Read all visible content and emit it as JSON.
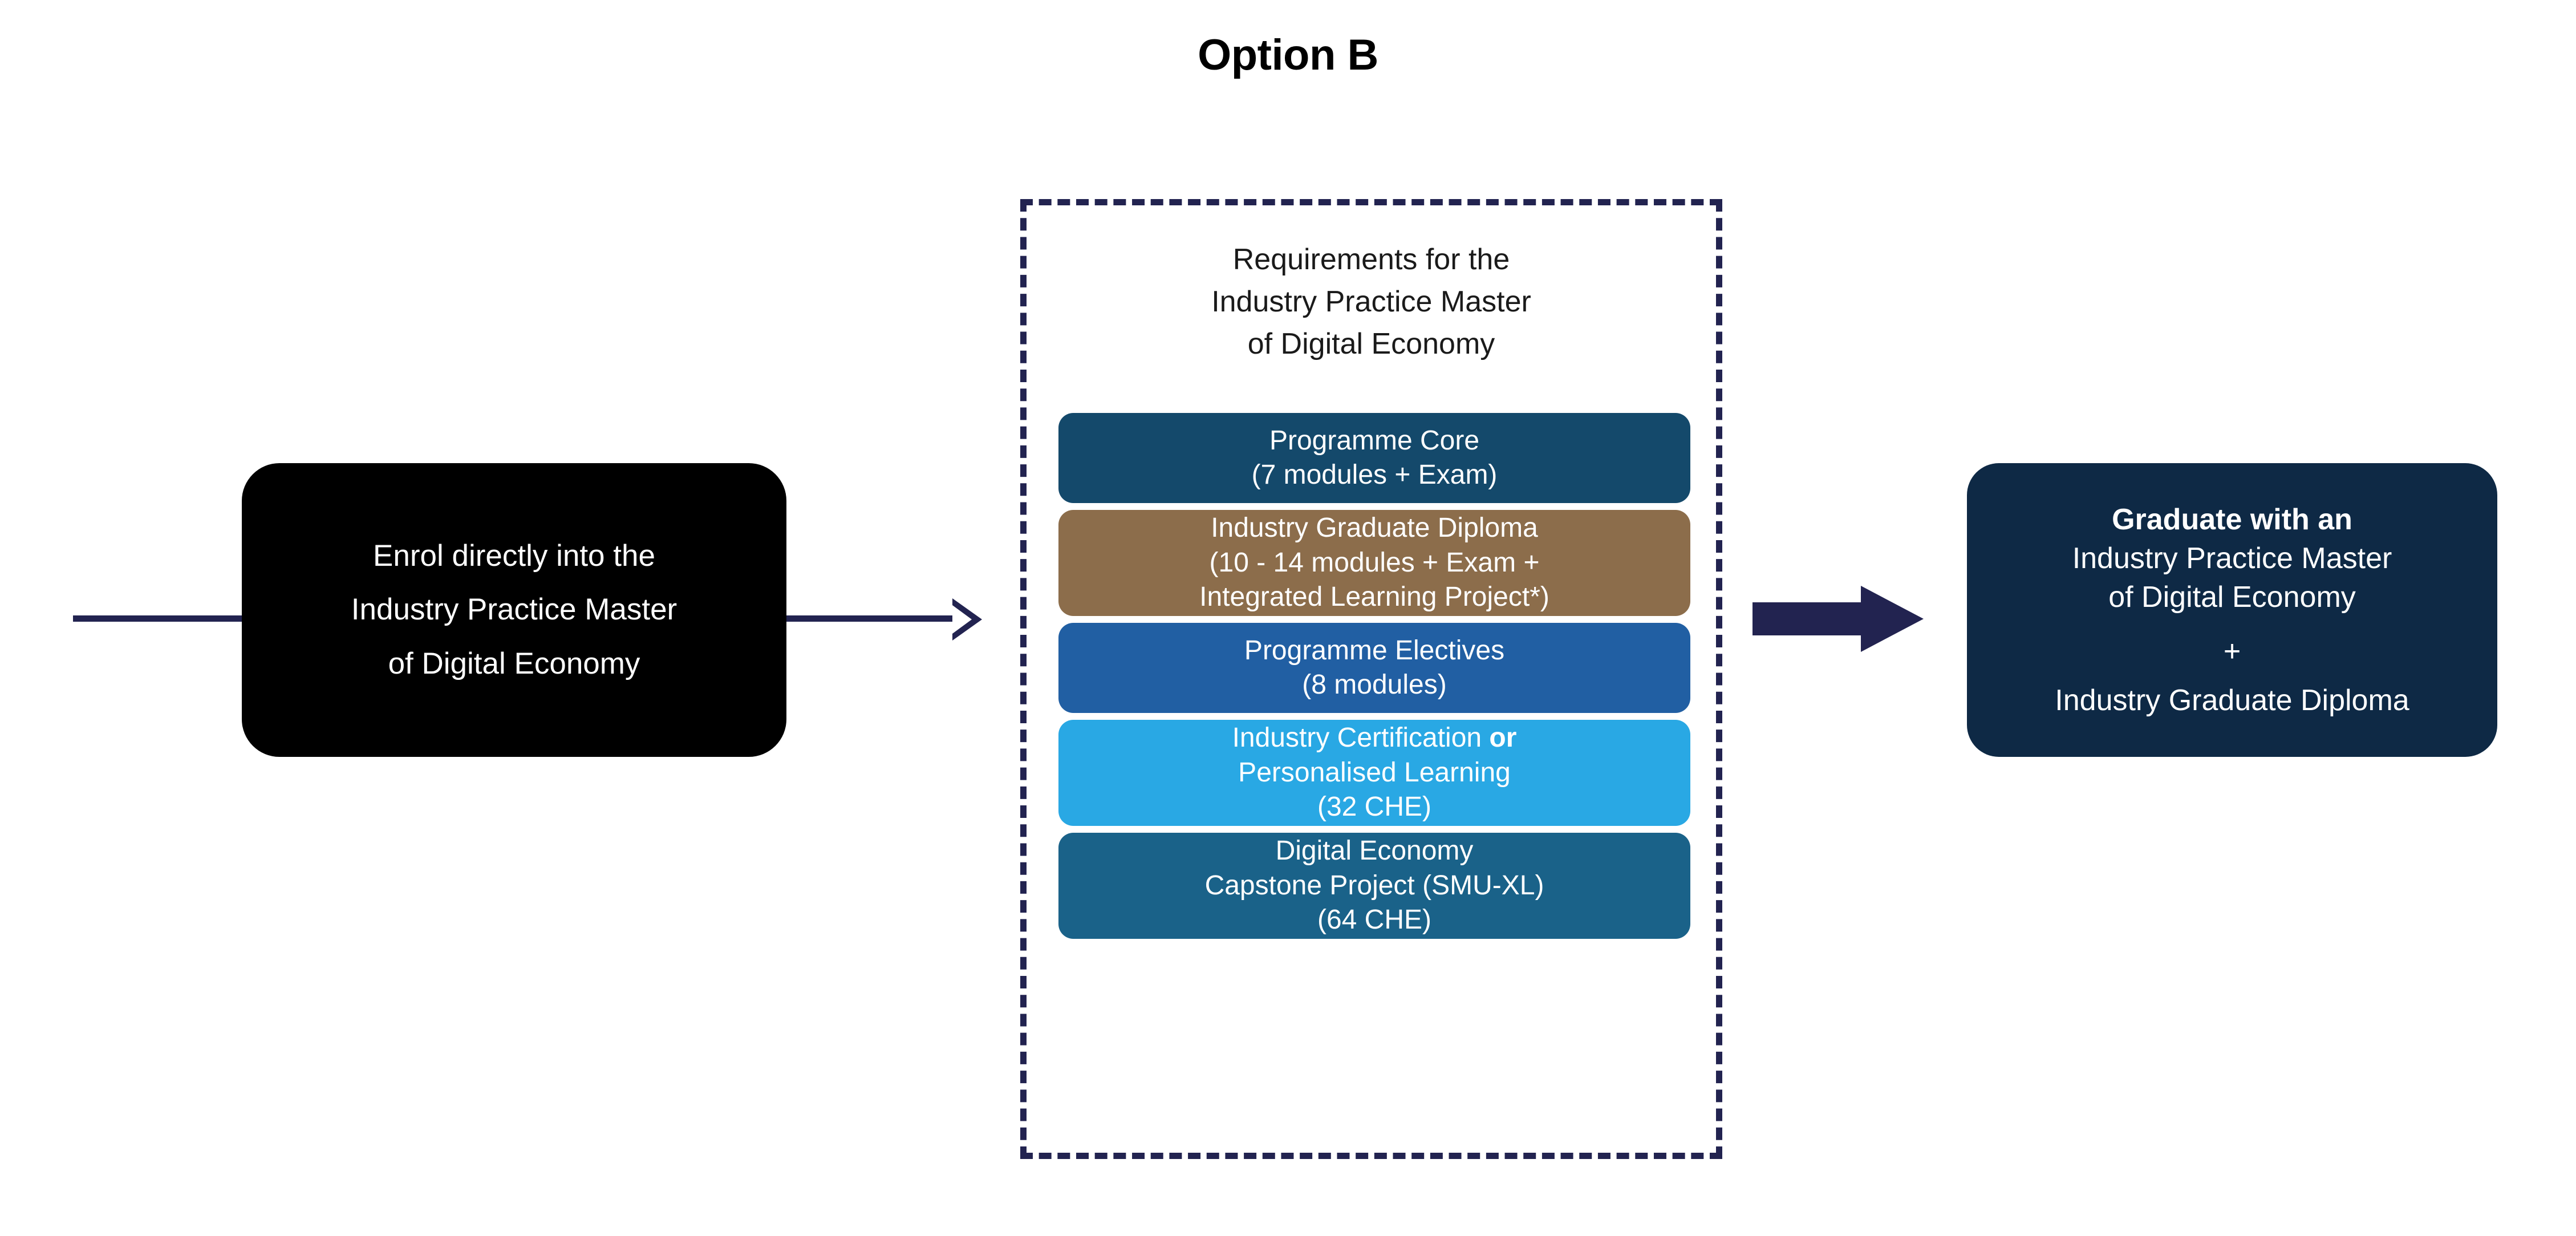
{
  "title": "Option B",
  "colors": {
    "navy_accent": "#222350",
    "deep_navy": "#0e2945",
    "black": "#000000",
    "teal_dark": "#14496b",
    "brown": "#8c6d4b",
    "blue_medium": "#215fa3",
    "blue_light": "#29a8e4",
    "teal_mid": "#1a6289",
    "white": "#ffffff"
  },
  "entry": {
    "box_lines": [
      "Enrol directly into the",
      "Industry Practice Master",
      "of Digital Economy"
    ]
  },
  "requirements": {
    "heading_lines": [
      "Requirements for the",
      "Industry Practice Master",
      "of Digital Economy"
    ],
    "modules": [
      {
        "name": "programme-core",
        "color": "#14496b",
        "height": 158,
        "lines": [
          {
            "text": "Programme Core",
            "bold_part": ""
          },
          {
            "text": "(7 modules + Exam)",
            "bold_part": ""
          }
        ]
      },
      {
        "name": "industry-graduate-diploma",
        "color": "#8c6d4b",
        "height": 186,
        "lines": [
          {
            "text": "Industry Graduate Diploma",
            "bold_part": ""
          },
          {
            "text": "(10 - 14 modules + Exam +",
            "bold_part": ""
          },
          {
            "text": "Integrated Learning Project*)",
            "bold_part": ""
          }
        ]
      },
      {
        "name": "programme-electives",
        "color": "#215fa3",
        "height": 158,
        "lines": [
          {
            "text": "Programme Electives",
            "bold_part": ""
          },
          {
            "text": "(8 modules)",
            "bold_part": ""
          }
        ]
      },
      {
        "name": "industry-certification-or-personalised-learning",
        "color": "#29a8e4",
        "height": 186,
        "lines": [
          {
            "text": "Industry Certification ",
            "bold_part": "or"
          },
          {
            "text": "Personalised Learning",
            "bold_part": ""
          },
          {
            "text": "(32 CHE)",
            "bold_part": ""
          }
        ]
      },
      {
        "name": "digital-economy-capstone-project",
        "color": "#1a6289",
        "height": 186,
        "lines": [
          {
            "text": "Digital Economy",
            "bold_part": ""
          },
          {
            "text": "Capstone Project (SMU-XL)",
            "bold_part": ""
          },
          {
            "text": "(64 CHE)",
            "bold_part": ""
          }
        ]
      }
    ]
  },
  "outcome": {
    "headline": "Graduate with an",
    "award_lines": [
      "Industry Practice Master",
      "of Digital Economy"
    ],
    "plus": "+",
    "second_award": "Industry Graduate Diploma"
  }
}
